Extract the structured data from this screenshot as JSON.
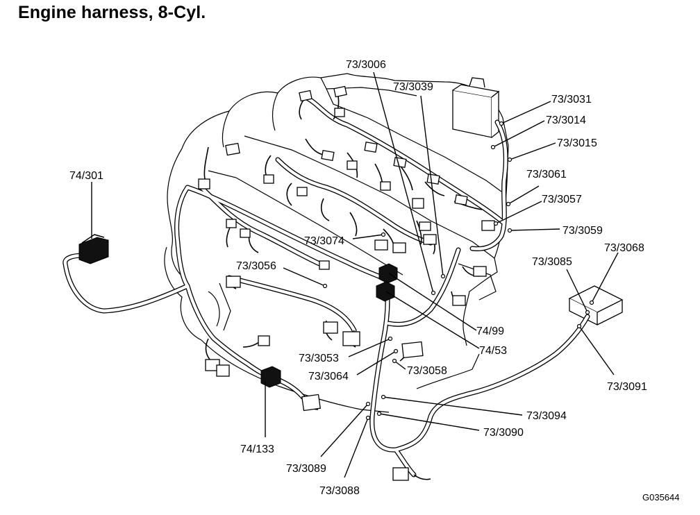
{
  "title": "Engine harness, 8-Cyl.",
  "figure_code": "G035644",
  "callouts": [
    {
      "id": "c-3006",
      "label": "73/3006"
    },
    {
      "id": "c-3039",
      "label": "73/3039"
    },
    {
      "id": "c-3031",
      "label": "73/3031"
    },
    {
      "id": "c-3014",
      "label": "73/3014"
    },
    {
      "id": "c-3015",
      "label": "73/3015"
    },
    {
      "id": "c-3061",
      "label": "73/3061"
    },
    {
      "id": "c-3057",
      "label": "73/3057"
    },
    {
      "id": "c-3059",
      "label": "73/3059"
    },
    {
      "id": "c-3068",
      "label": "73/3068"
    },
    {
      "id": "c-3085",
      "label": "73/3085"
    },
    {
      "id": "c-301",
      "label": "74/301"
    },
    {
      "id": "c-3074",
      "label": "73/3074"
    },
    {
      "id": "c-3056",
      "label": "73/3056"
    },
    {
      "id": "c-99",
      "label": "74/99"
    },
    {
      "id": "c-53",
      "label": "74/53"
    },
    {
      "id": "c-3053",
      "label": "73/3053"
    },
    {
      "id": "c-3064",
      "label": "73/3064"
    },
    {
      "id": "c-3058",
      "label": "73/3058"
    },
    {
      "id": "c-3091",
      "label": "73/3091"
    },
    {
      "id": "c-3094",
      "label": "73/3094"
    },
    {
      "id": "c-3090",
      "label": "73/3090"
    },
    {
      "id": "c-133",
      "label": "74/133"
    },
    {
      "id": "c-3089",
      "label": "73/3089"
    },
    {
      "id": "c-3088",
      "label": "73/3088"
    }
  ]
}
